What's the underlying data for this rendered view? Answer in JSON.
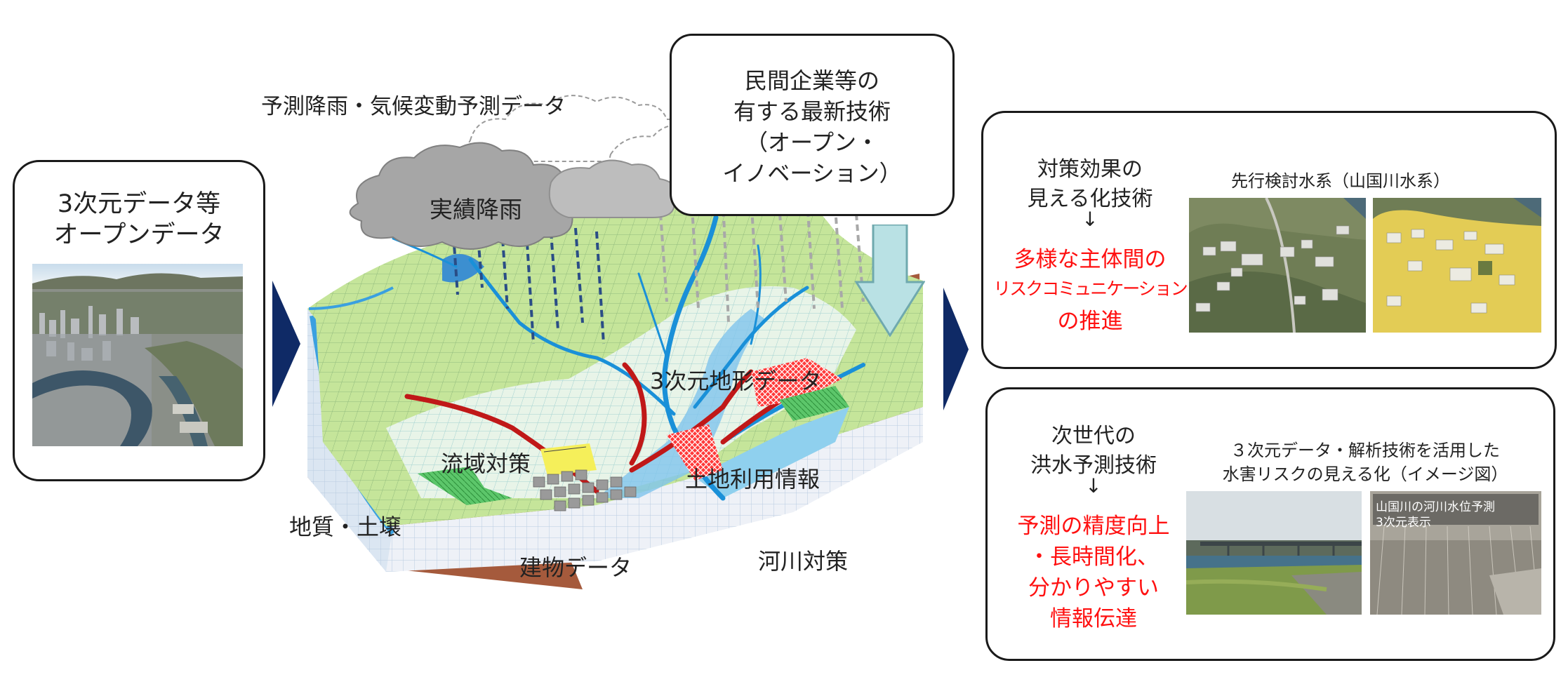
{
  "left_panel": {
    "title_lines": [
      "3次元データ等",
      "オープンデータ"
    ]
  },
  "center": {
    "rain_forecast_label": "予測降雨・気候変動予測データ",
    "actual_rain_label": "実績降雨",
    "terrain_label": "3次元地形データ",
    "basin_label": "流域対策",
    "landuse_label": "土地利用情報",
    "geology_label": "地質・土壌",
    "building_label": "建物データ",
    "river_label": "河川対策"
  },
  "tech_box": {
    "lines": [
      "民間企業等の",
      "有する最新技術",
      "（オープン・",
      "イノベーション）"
    ]
  },
  "panel_top": {
    "heading_lines": [
      "対策効果の",
      "見える化技術"
    ],
    "arrow": "↓",
    "result_lines": [
      "多様な主体間の",
      "リスクコミュニケーション",
      "の推進"
    ],
    "image_caption": "先行検討水系（山国川水系）"
  },
  "panel_bottom": {
    "heading_lines": [
      "次世代の",
      "洪水予測技術"
    ],
    "arrow": "↓",
    "result_lines": [
      "予測の精度向上",
      "・長時間化、",
      "分かりやすい",
      "情報伝達"
    ],
    "image_caption_lines": [
      "３次元データ・解析技術を活用した",
      "水害リスクの見える化（イメージ図）"
    ],
    "overlay_lines": [
      "山国川の河川水位予測",
      "3次元表示"
    ]
  },
  "colors": {
    "navy_arrow": "#0f2a66",
    "cyan_arrow": "#b9e1e4",
    "red_text": "#ff1010",
    "terrain_green": "#c5e59a",
    "soil_brown": "#a55a3c",
    "water_blue": "#2f9ee0"
  }
}
